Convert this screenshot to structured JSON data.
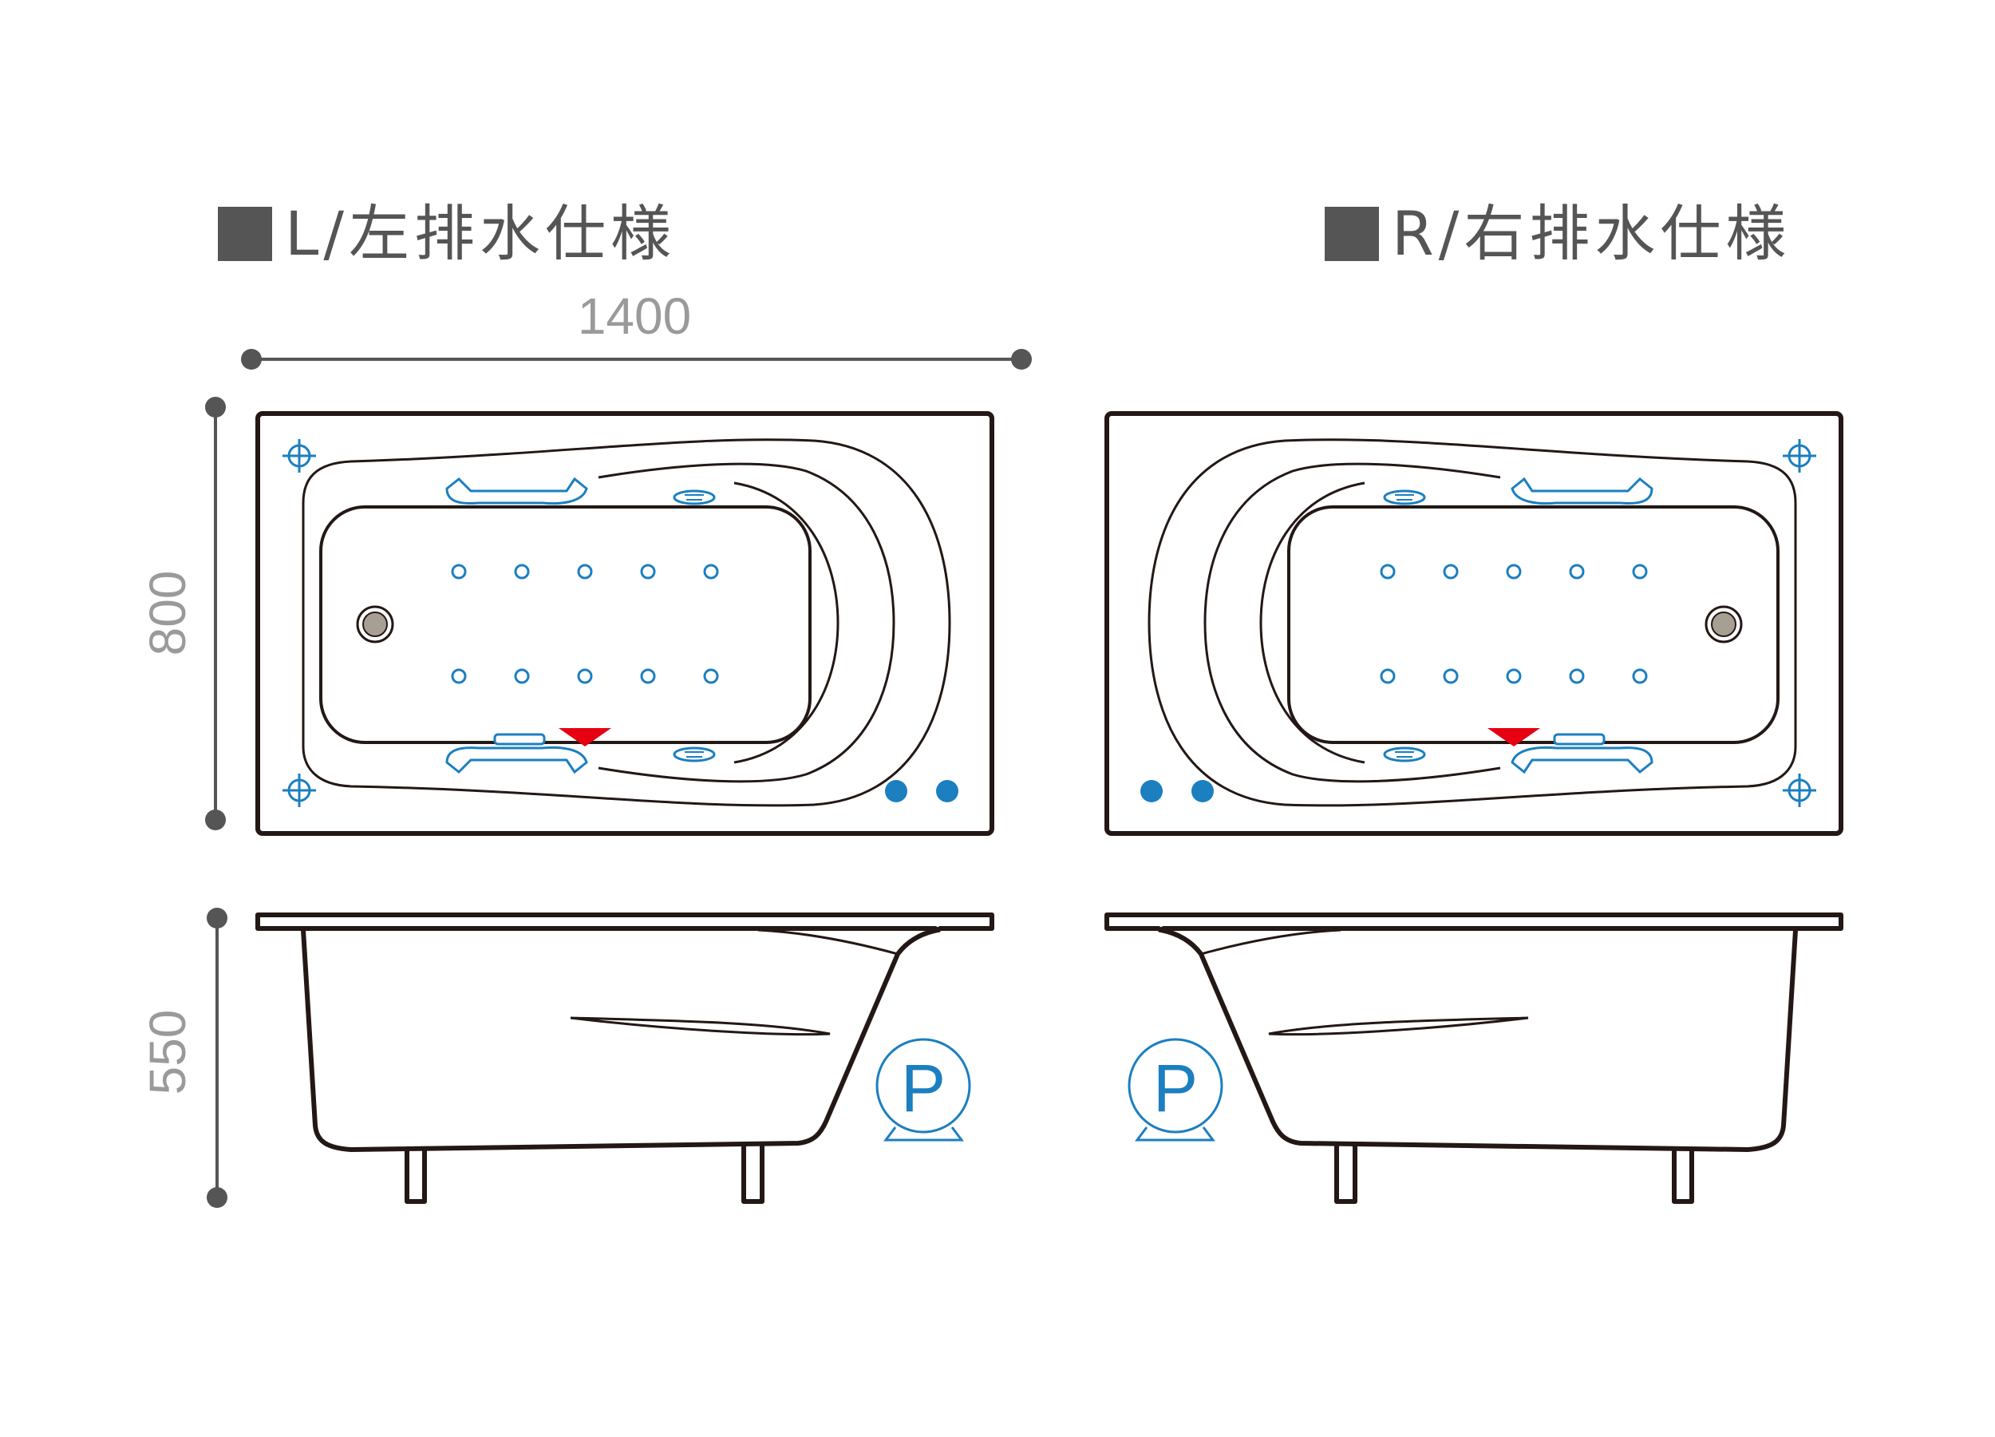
{
  "titles": {
    "left": "L/左排水仕様",
    "right": "R/右排水仕様"
  },
  "dimensions": {
    "width": "1400",
    "depth": "800",
    "height": "550"
  },
  "symbols": {
    "pump_left": "P",
    "pump_right": "P"
  },
  "colors": {
    "outline": "#231815",
    "dimension": "#555555",
    "dimension_text": "#9a9a9a",
    "fitting_blue": "#1b7fc0",
    "drain_marker_red": "#e60012",
    "drain_fill": "#a89f94"
  },
  "icons": {
    "pump": "pump-p-icon",
    "drain": "drain-icon",
    "jet": "jet-nozzle-icon",
    "grip": "grab-bar-icon",
    "crosshair": "anchor-point-icon"
  }
}
